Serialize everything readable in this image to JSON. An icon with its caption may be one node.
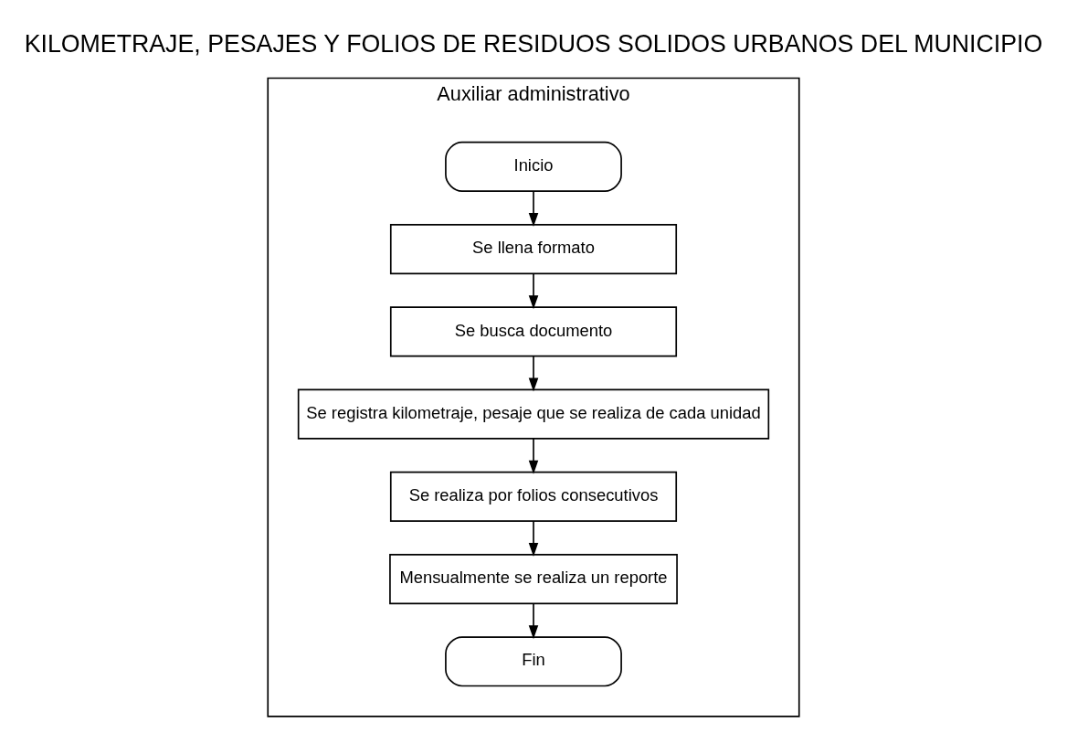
{
  "diagram": {
    "title": "KILOMETRAJE, PESAJES Y FOLIOS DE RESIDUOS SOLIDOS URBANOS DEL MUNICIPIO",
    "nodes": [
      {
        "text": [
          "Auxiliar administrativo"
        ]
      },
      {
        "text": [
          "Inicio"
        ],
        "in": 0
      },
      {
        "text": [
          "Se llena formato"
        ],
        "in": 0
      },
      {
        "text": [
          "Se busca documento"
        ],
        "in": 0
      },
      {
        "text": [
          "Se registra kilometraje, pesaje que se realiza de cada unidad"
        ],
        "in": 0
      },
      {
        "text": [
          "Se realiza por folios consecutivos"
        ],
        "in": 0
      },
      {
        "text": [
          "Mensualmente se realiza un reporte"
        ],
        "in": 0
      },
      {
        "text": [
          "Fin"
        ],
        "in": 0
      }
    ],
    "edges": [
      {
        "from": 1,
        "to": 2,
        "arrow": "to"
      },
      {
        "from": 2,
        "to": 3,
        "arrow": "to"
      },
      {
        "from": 3,
        "to": 4,
        "arrow": "to"
      },
      {
        "from": 4,
        "to": 5,
        "arrow": "to"
      },
      {
        "from": 5,
        "to": 6,
        "arrow": "to"
      },
      {
        "from": 6,
        "to": 7,
        "arrow": "to"
      }
    ]
  }
}
